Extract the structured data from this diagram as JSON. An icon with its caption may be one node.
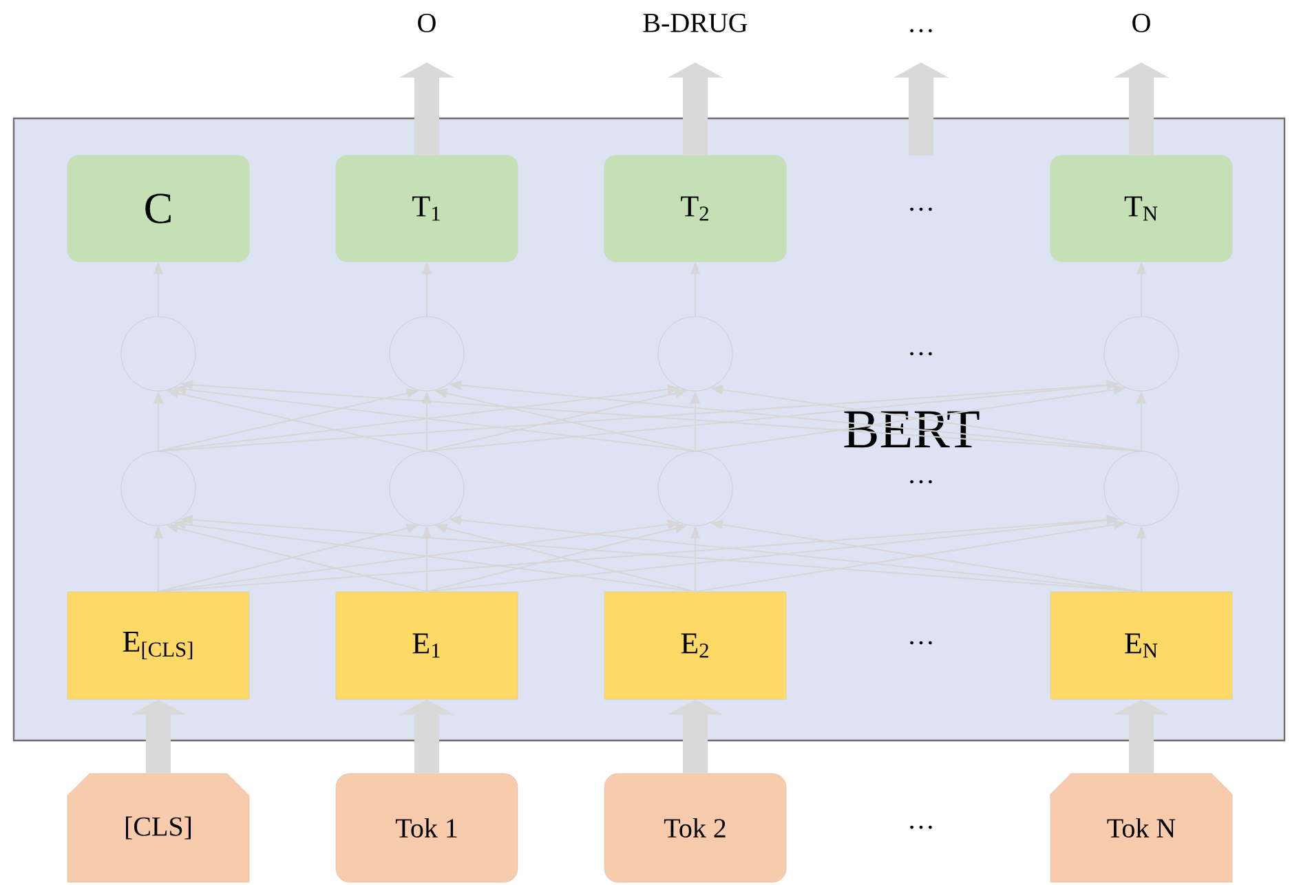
{
  "diagram": {
    "nodes": [
      {
        "text": [
          "BERT"
        ]
      },
      {
        "text": [
          "C"
        ],
        "in": 0
      },
      {
        "text": [
          "T$_{1}$"
        ],
        "in": 0
      },
      {
        "text": [
          "T$_{2}$"
        ],
        "in": 0
      },
      {
        "text": [
          "T$_{N}$"
        ],
        "in": 0
      },
      {
        "text": [],
        "shape": "circle",
        "in": 0
      },
      {
        "text": [],
        "shape": "circle",
        "in": 0
      },
      {
        "text": [],
        "shape": "circle",
        "in": 0
      },
      {
        "text": [],
        "shape": "circle",
        "in": 0
      },
      {
        "text": [],
        "shape": "circle",
        "in": 0
      },
      {
        "text": [],
        "shape": "circle",
        "in": 0
      },
      {
        "text": [],
        "shape": "circle",
        "in": 0
      },
      {
        "text": [],
        "shape": "circle",
        "in": 0
      },
      {
        "text": [
          "E$_{[CLS]}$"
        ],
        "in": 0
      },
      {
        "text": [
          "E$_{1}$"
        ],
        "in": 0
      },
      {
        "text": [
          "E$_{2}$"
        ],
        "in": 0
      },
      {
        "text": [
          "E$_{N}$"
        ],
        "in": 0
      },
      {
        "text": [
          "[CLS]"
        ]
      },
      {
        "text": [
          "Tok 1"
        ]
      },
      {
        "text": [
          "Tok 2"
        ]
      },
      {
        "text": [
          "Tok N"
        ]
      },
      {
        "text": [
          "O"
        ]
      },
      {
        "text": [
          "B-DRUG"
        ]
      },
      {
        "text": [
          "…"
        ]
      },
      {
        "text": [
          "O"
        ]
      }
    ],
    "edges": [
      {
        "from": 17,
        "to": 13,
        "arrow": "to",
        "style": "thick"
      },
      {
        "from": 18,
        "to": 14,
        "arrow": "to",
        "style": "thick"
      },
      {
        "from": 19,
        "to": 15,
        "arrow": "to",
        "style": "thick"
      },
      {
        "from": 20,
        "to": 16,
        "arrow": "to",
        "style": "thick"
      },
      {
        "from": 13,
        "to": 9,
        "arrow": "to"
      },
      {
        "from": 13,
        "to": 10,
        "arrow": "to"
      },
      {
        "from": 13,
        "to": 11,
        "arrow": "to"
      },
      {
        "from": 13,
        "to": 12,
        "arrow": "to"
      },
      {
        "from": 14,
        "to": 9,
        "arrow": "to"
      },
      {
        "from": 14,
        "to": 10,
        "arrow": "to"
      },
      {
        "from": 14,
        "to": 11,
        "arrow": "to"
      },
      {
        "from": 14,
        "to": 12,
        "arrow": "to"
      },
      {
        "from": 15,
        "to": 9,
        "arrow": "to"
      },
      {
        "from": 15,
        "to": 10,
        "arrow": "to"
      },
      {
        "from": 15,
        "to": 11,
        "arrow": "to"
      },
      {
        "from": 15,
        "to": 12,
        "arrow": "to"
      },
      {
        "from": 16,
        "to": 9,
        "arrow": "to"
      },
      {
        "from": 16,
        "to": 10,
        "arrow": "to"
      },
      {
        "from": 16,
        "to": 11,
        "arrow": "to"
      },
      {
        "from": 16,
        "to": 12,
        "arrow": "to"
      },
      {
        "from": 9,
        "to": 5,
        "arrow": "to"
      },
      {
        "from": 9,
        "to": 6,
        "arrow": "to"
      },
      {
        "from": 9,
        "to": 7,
        "arrow": "to"
      },
      {
        "from": 9,
        "to": 8,
        "arrow": "to"
      },
      {
        "from": 10,
        "to": 5,
        "arrow": "to"
      },
      {
        "from": 10,
        "to": 6,
        "arrow": "to"
      },
      {
        "from": 10,
        "to": 7,
        "arrow": "to"
      },
      {
        "from": 10,
        "to": 8,
        "arrow": "to"
      },
      {
        "from": 11,
        "to": 5,
        "arrow": "to"
      },
      {
        "from": 11,
        "to": 6,
        "arrow": "to"
      },
      {
        "from": 11,
        "to": 7,
        "arrow": "to"
      },
      {
        "from": 11,
        "to": 8,
        "arrow": "to"
      },
      {
        "from": 12,
        "to": 5,
        "arrow": "to"
      },
      {
        "from": 12,
        "to": 6,
        "arrow": "to"
      },
      {
        "from": 12,
        "to": 7,
        "arrow": "to"
      },
      {
        "from": 12,
        "to": 8,
        "arrow": "to"
      },
      {
        "from": 5,
        "to": 1,
        "arrow": "to"
      },
      {
        "from": 6,
        "to": 2,
        "arrow": "to"
      },
      {
        "from": 7,
        "to": 3,
        "arrow": "to"
      },
      {
        "from": 8,
        "to": 4,
        "arrow": "to"
      },
      {
        "from": 2,
        "to": 21,
        "arrow": "to",
        "style": "thick"
      },
      {
        "from": 3,
        "to": 22,
        "arrow": "to",
        "style": "thick"
      },
      {
        "from": null,
        "to": 23,
        "arrow": "to",
        "style": "thick"
      },
      {
        "from": 4,
        "to": 24,
        "arrow": "to",
        "style": "thick"
      }
    ],
    "labels": [
      "…",
      "…",
      "…",
      "…",
      "…"
    ]
  }
}
